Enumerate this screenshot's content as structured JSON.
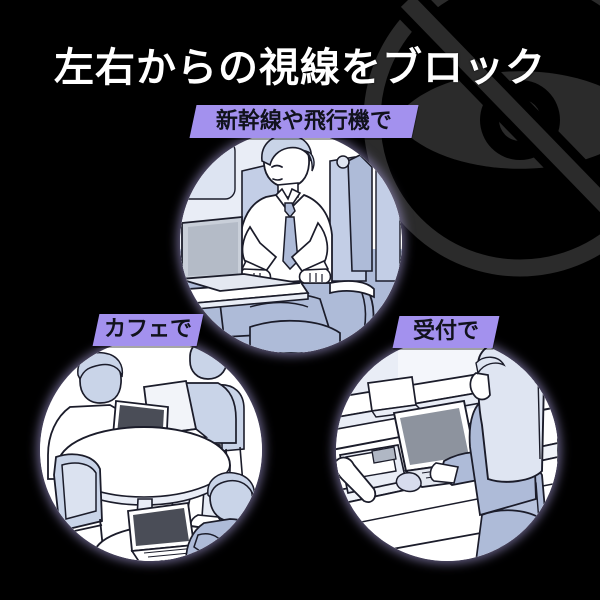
{
  "page": {
    "background_color": "#000000",
    "title": "左右からの視線をブロック",
    "title_color": "#ffffff"
  },
  "watermark": {
    "icon": "eye-slash-icon",
    "color": "#2b2b2b",
    "description": "crossed-out eye"
  },
  "tags": {
    "accent_color": "#a391ee",
    "text_color": "#11121c",
    "train": "新幹線や飛行機で",
    "cafe": "カフェで",
    "reception": "受付で"
  },
  "scenes": [
    {
      "id": "train",
      "label": "新幹線や飛行機で",
      "illustration": "businessman-using-laptop-on-train-seat",
      "palette": {
        "line": "#1b1c2a",
        "fill_light": "#ffffff",
        "fill_blue": "#aebbd8",
        "fill_pale": "#e7ebf5",
        "screen": "#9aa0ab"
      }
    },
    {
      "id": "cafe",
      "label": "カフェで",
      "illustration": "people-with-laptops-at-cafe-round-tables",
      "palette": {
        "line": "#1b1c2a",
        "fill_light": "#ffffff",
        "fill_blue": "#c2cde4",
        "fill_pale": "#e7ebf5",
        "screen": "#4a4d57"
      }
    },
    {
      "id": "reception",
      "label": "受付で",
      "illustration": "receptionist-at-desk-with-laptop-and-phone",
      "palette": {
        "line": "#1b1c2a",
        "fill_light": "#ffffff",
        "fill_blue": "#aebbd8",
        "fill_pale": "#e9edf6",
        "screen": "#8d939e"
      }
    }
  ]
}
